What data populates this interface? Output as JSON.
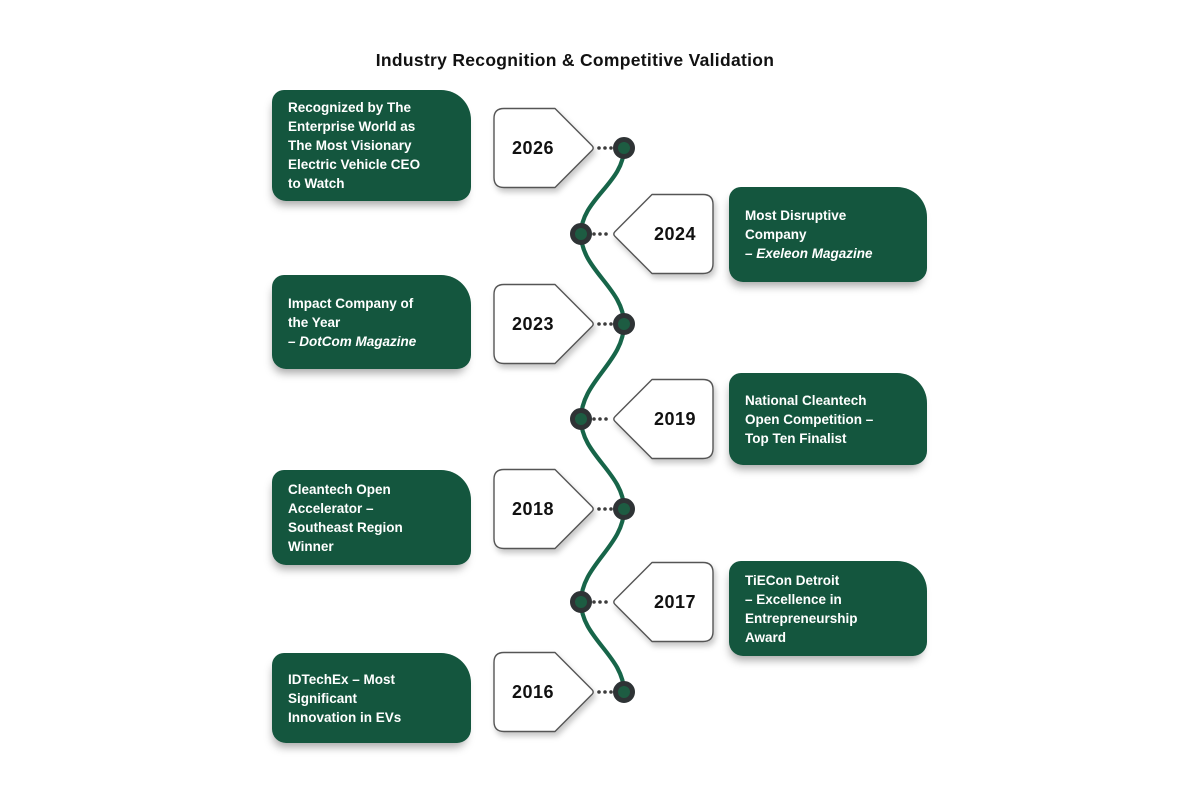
{
  "title": "Industry Recognition & Competitive Validation",
  "items": [
    {
      "year": "2026",
      "lines": [
        "Recognized by The",
        "Enterprise World as",
        "The Most Visionary",
        "Electric Vehicle CEO",
        "to Watch"
      ]
    },
    {
      "year": "2024",
      "lines": [
        "Most Disruptive",
        "Company"
      ],
      "source": "– Exeleon Magazine"
    },
    {
      "year": "2023",
      "lines": [
        "Impact Company of",
        "the Year"
      ],
      "source": "– DotCom Magazine"
    },
    {
      "year": "2019",
      "lines": [
        "National Cleantech",
        "Open Competition –",
        "Top Ten Finalist"
      ]
    },
    {
      "year": "2018",
      "lines": [
        "Cleantech Open",
        "Accelerator –",
        "Southeast Region",
        "Winner"
      ]
    },
    {
      "year": "2017",
      "lines": [
        "TiECon Detroit",
        "– Excellence in",
        "Entrepreneurship",
        "Award"
      ]
    },
    {
      "year": "2016",
      "lines": [
        "IDTechEx – Most",
        "Significant",
        "Innovation in EVs"
      ]
    }
  ],
  "colors": {
    "box_green": "#14563E",
    "curve_green": "#176549",
    "node_fill": "#1D5C42",
    "node_ring": "#2E3335",
    "tag_outline": "#555555",
    "dot_color": "#3C3C3C",
    "title_color": "#111111",
    "text_on_green": "#FFFFFF"
  }
}
